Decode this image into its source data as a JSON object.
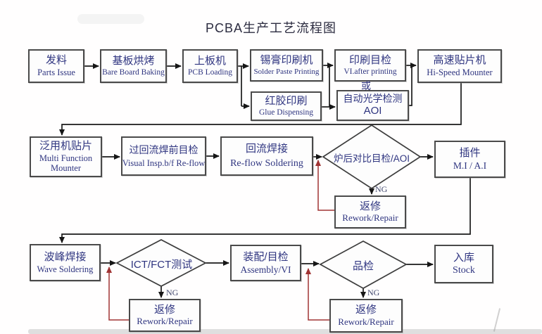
{
  "title": "PCBA生产工艺流程图",
  "or_label": "或",
  "ng_label": "NG",
  "colors": {
    "text_navy": "#2f3580",
    "line_black": "#1a1a1a",
    "feedback_red": "#a03333",
    "box_border": "#4a4a4a"
  },
  "nodes": {
    "parts_issue": {
      "zh": "发料",
      "en": "Parts Issue"
    },
    "baking": {
      "zh": "基板烘烤",
      "en": "Bare Board Baking"
    },
    "pcb_loading": {
      "zh": "上板机",
      "en": "PCB Loading"
    },
    "solder_paste": {
      "zh": "锡膏印刷机",
      "en": "Solder Paste Printing"
    },
    "vi_after_printing": {
      "zh": "印刷目检",
      "en": "VI.after printing"
    },
    "hi_speed_mounter": {
      "zh": "高速贴片机",
      "en": "Hi-Speed Mounter"
    },
    "glue_dispensing": {
      "zh": "红胶印刷",
      "en": "Glue Dispensing"
    },
    "aoi": {
      "zh": "自动光学检测",
      "en": "AOI"
    },
    "multi_function_mounter": {
      "zh": "泛用机贴片",
      "en": "Multi Function",
      "en2": "Mounter"
    },
    "visual_insp": {
      "zh": "过回流焊前目检",
      "en": "Visual Insp.b/f Re-flow"
    },
    "reflow_soldering": {
      "zh": "回流焊接",
      "en": "Re-flow  Soldering"
    },
    "post_reflow_check": {
      "zh": "炉后对比目检/AOI"
    },
    "mi_ai": {
      "zh": "插件",
      "en": "M.I / A.I"
    },
    "rework_reflow": {
      "zh": "返修",
      "en": "Rework/Repair"
    },
    "wave_soldering": {
      "zh": "波峰焊接",
      "en": "Wave Soldering"
    },
    "ict_fct_test": {
      "zh": "ICT/FCT测试"
    },
    "assembly_vi": {
      "zh": "装配/目检",
      "en": "Assembly/VI"
    },
    "quality_check": {
      "zh": "品检"
    },
    "stock": {
      "zh": "入库",
      "en": "Stock"
    },
    "rework_ict": {
      "zh": "返修",
      "en": "Rework/Repair"
    },
    "rework_qc": {
      "zh": "返修",
      "en": "Rework/Repair"
    }
  }
}
